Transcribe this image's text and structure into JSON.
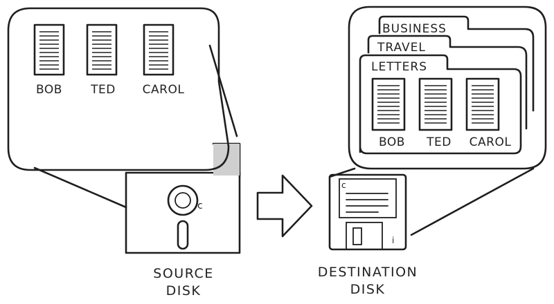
{
  "source": {
    "files": [
      "BOB",
      "TED",
      "CAROL"
    ],
    "caption_line1": "SOURCE",
    "caption_line2": "DISK",
    "disk_mark": "c"
  },
  "destination": {
    "folders": [
      "BUSINESS",
      "TRAVEL",
      "LETTERS"
    ],
    "files": [
      "BOB",
      "TED",
      "CAROL"
    ],
    "caption_line1": "DESTINATION",
    "caption_line2": "DISK",
    "disk_mark_top": "c",
    "disk_mark_bottom": "i"
  },
  "colors": {
    "ink": "#1e1e1e",
    "disk_fill": "#cfcfcf",
    "arrow_fill": "#9a9a9a"
  }
}
